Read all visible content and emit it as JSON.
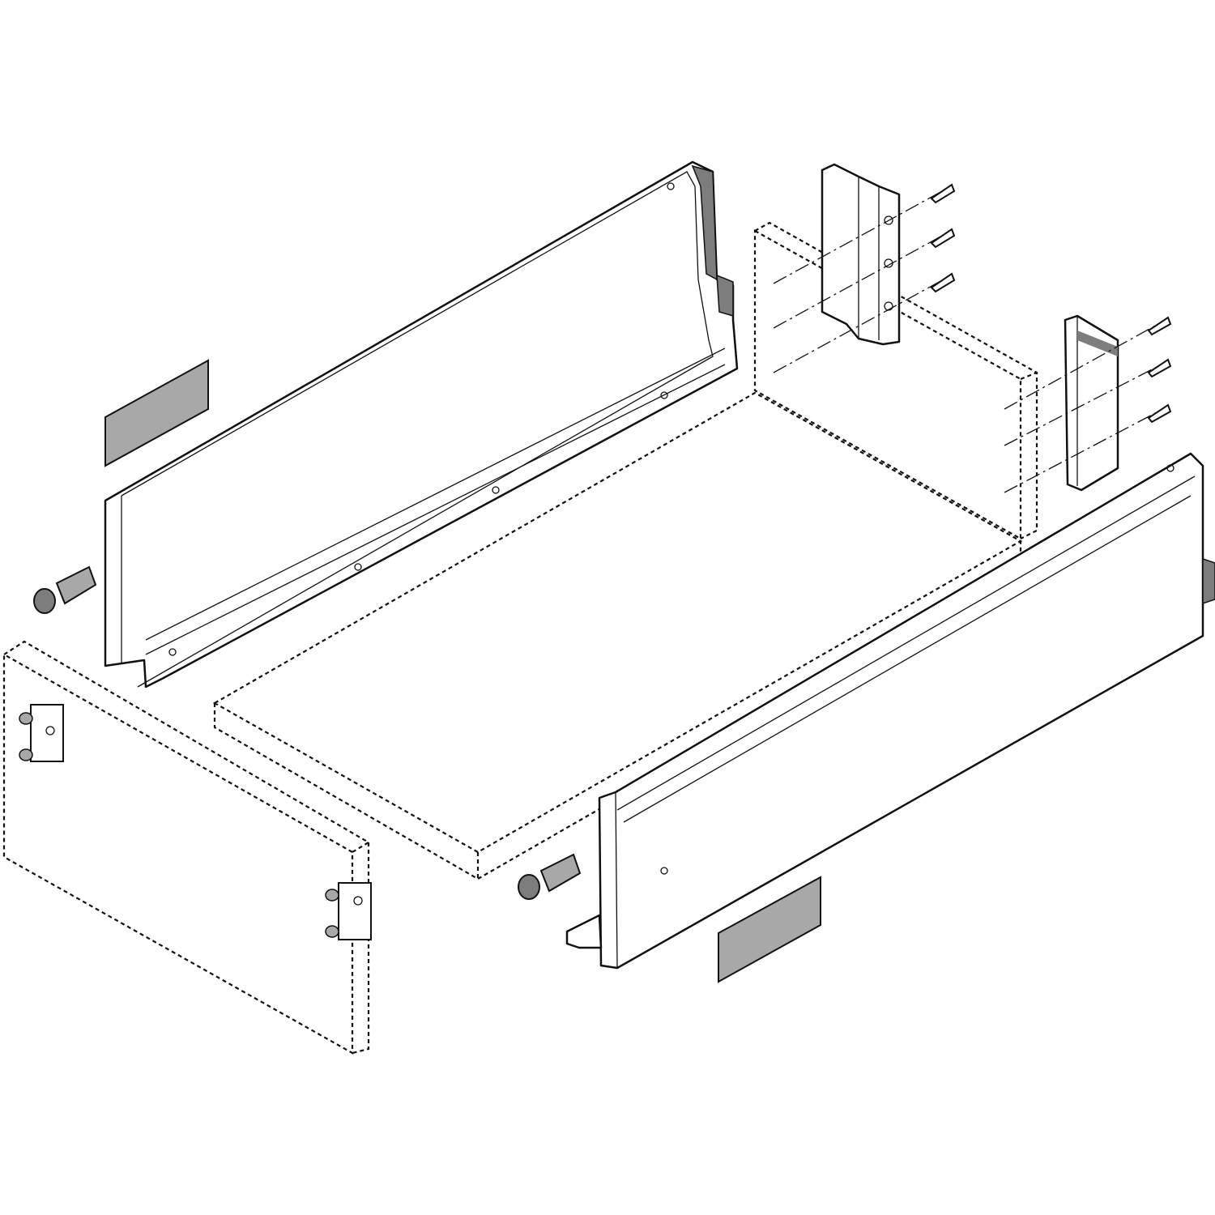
{
  "diagram": {
    "colors": {
      "line": "#111111",
      "plate_gray": "#a8a8a8",
      "dark_gray": "#7d7d7d",
      "background": "#ffffff"
    },
    "parts": [
      "left-drawer-side",
      "right-drawer-side",
      "rear-panel",
      "drawer-bottom",
      "front-panel",
      "left-rear-bracket",
      "right-rear-bracket",
      "screws",
      "cover-caps",
      "front-fixing-brackets",
      "connectors"
    ]
  }
}
